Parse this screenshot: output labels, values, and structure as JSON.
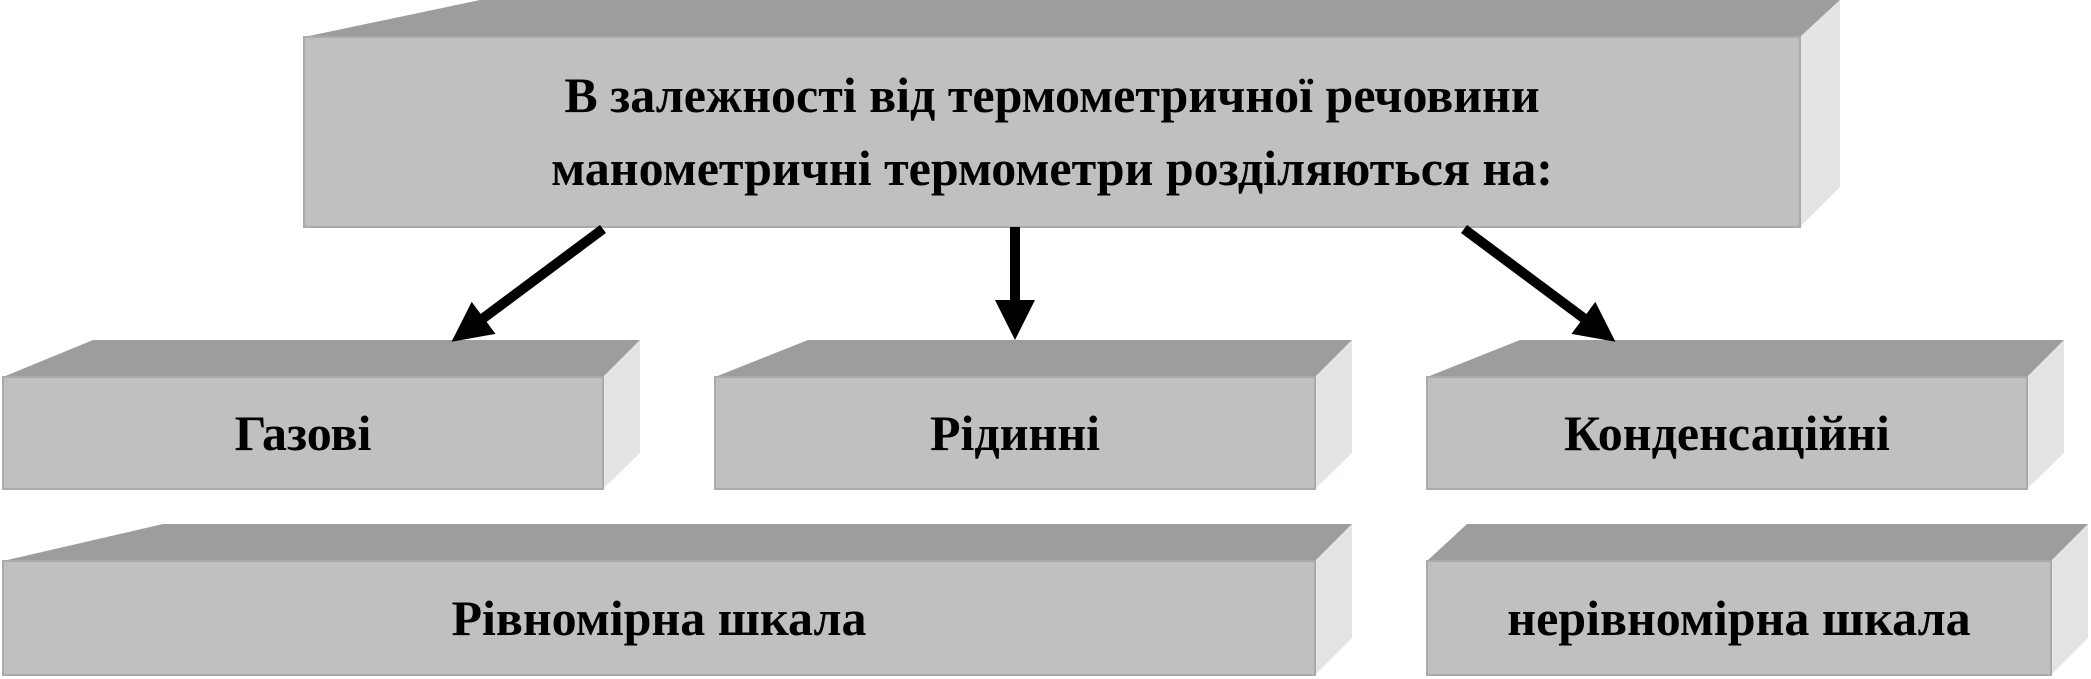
{
  "colors": {
    "front": "#c0c0c0",
    "top": "#9d9c9e",
    "side": "#e6e3e6",
    "edge": "#a8a8a8",
    "arrow": "#000000"
  },
  "header": {
    "line1": "В залежності від термометричної речовини",
    "line2": "манометричні термометри розділяються на:"
  },
  "types": [
    {
      "label": "Газові"
    },
    {
      "label": "Рідинні"
    },
    {
      "label": "Конденсаційні"
    }
  ],
  "scales": [
    {
      "label": "Рівномірна шкала"
    },
    {
      "label": "нерівномірна шкала"
    }
  ]
}
